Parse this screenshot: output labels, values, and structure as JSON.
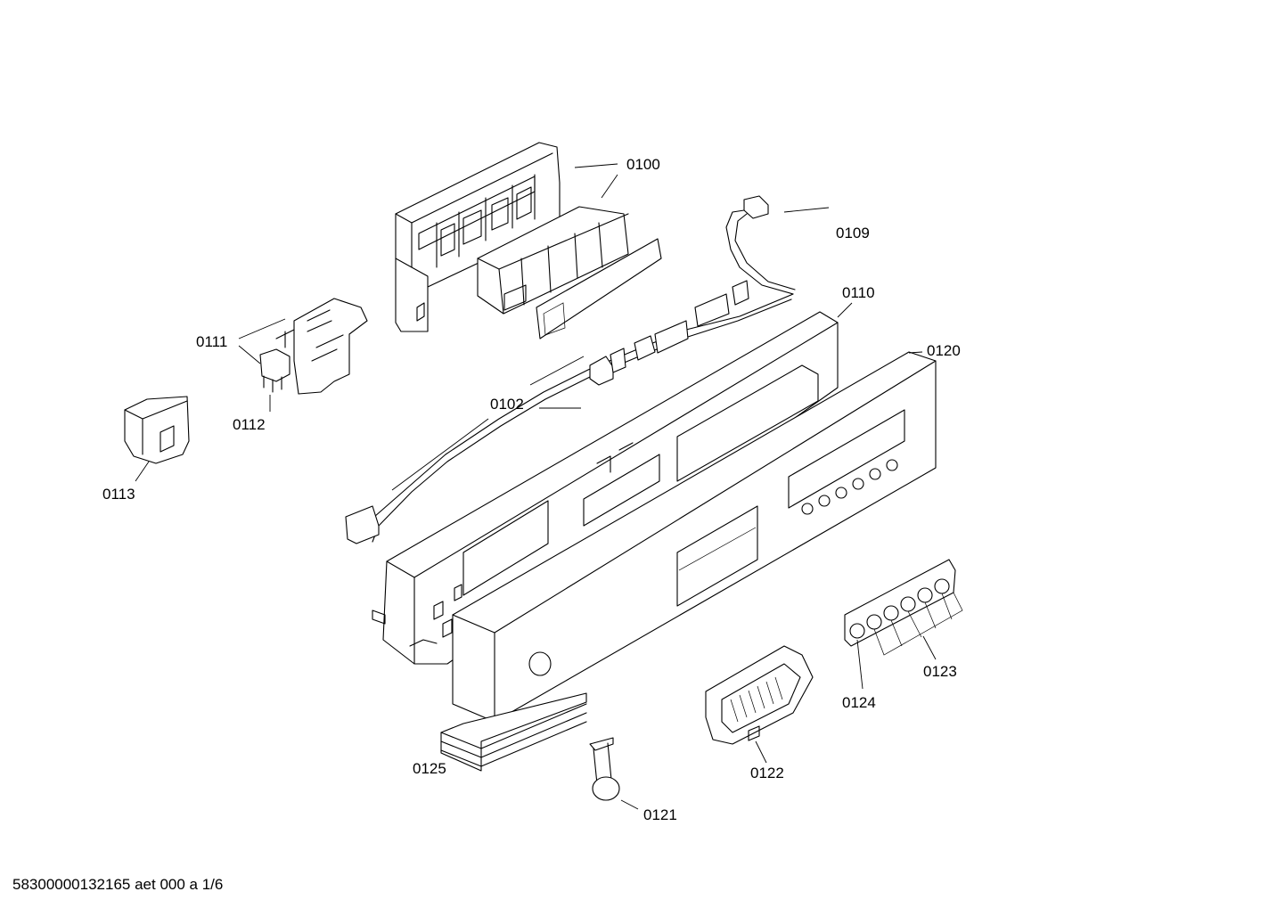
{
  "labels": {
    "p0100": "0100",
    "p0109": "0109",
    "p0110": "0110",
    "p0111": "0111",
    "p0112": "0112",
    "p0113": "0113",
    "p0102": "0102",
    "p0120": "0120",
    "p0123": "0123",
    "p0124": "0124",
    "p0122": "0122",
    "p0125": "0125",
    "p0121": "0121"
  },
  "footer": {
    "document_id": "58300000132165 aet 000 a 1/6"
  }
}
